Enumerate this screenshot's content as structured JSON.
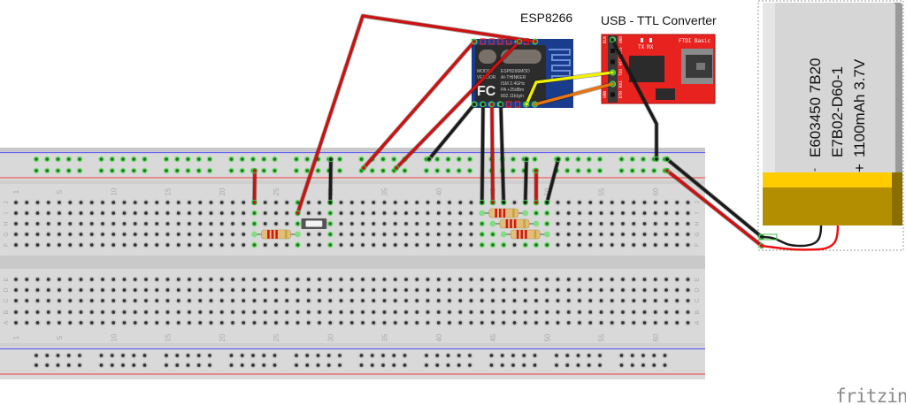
{
  "labels": {
    "esp": "ESP8266",
    "ftdi": "USB - TTL Converter"
  },
  "esp_module": {
    "line1": "ESP8266MOD",
    "line2": "AI-THINKER",
    "line3": "ISM 2.4GHz",
    "line4": "PA  +25dBm",
    "line5": "802.11b/g/n",
    "left1": "MODEL",
    "left2": "VENDOR",
    "fcc": "FC"
  },
  "ftdi_board": {
    "title": "FTDI Basic",
    "tx": "TX",
    "rx": "RX",
    "pins_left": [
      "BLK",
      "GRN"
    ],
    "pins_right": [
      "GND",
      "CTS",
      "VCC",
      "TXO",
      "RXI",
      "DTR"
    ]
  },
  "battery": {
    "line1": "E603450 7B20",
    "line2": "E7B02-D60-1",
    "line3": "1100mAh 3.7V",
    "minus": "-",
    "plus": "+",
    "colors": {
      "body": "#d6d6d6",
      "stripe": "#ffcc00",
      "base": "#b38f00"
    }
  },
  "breadboard": {
    "column_numbers": [
      "1",
      "5",
      "10",
      "15",
      "20",
      "25",
      "30",
      "35",
      "40",
      "45",
      "50",
      "55",
      "60"
    ],
    "rows_top": [
      "J",
      "I",
      "H",
      "G",
      "F"
    ],
    "rows_bottom": [
      "E",
      "D",
      "C",
      "B",
      "A"
    ],
    "columns": 63
  },
  "wire_colors": {
    "red": "#cc1111",
    "black": "#1a1a1a",
    "yellow": "#f2f200",
    "orange": "#e87511"
  },
  "logo": "fritzing"
}
